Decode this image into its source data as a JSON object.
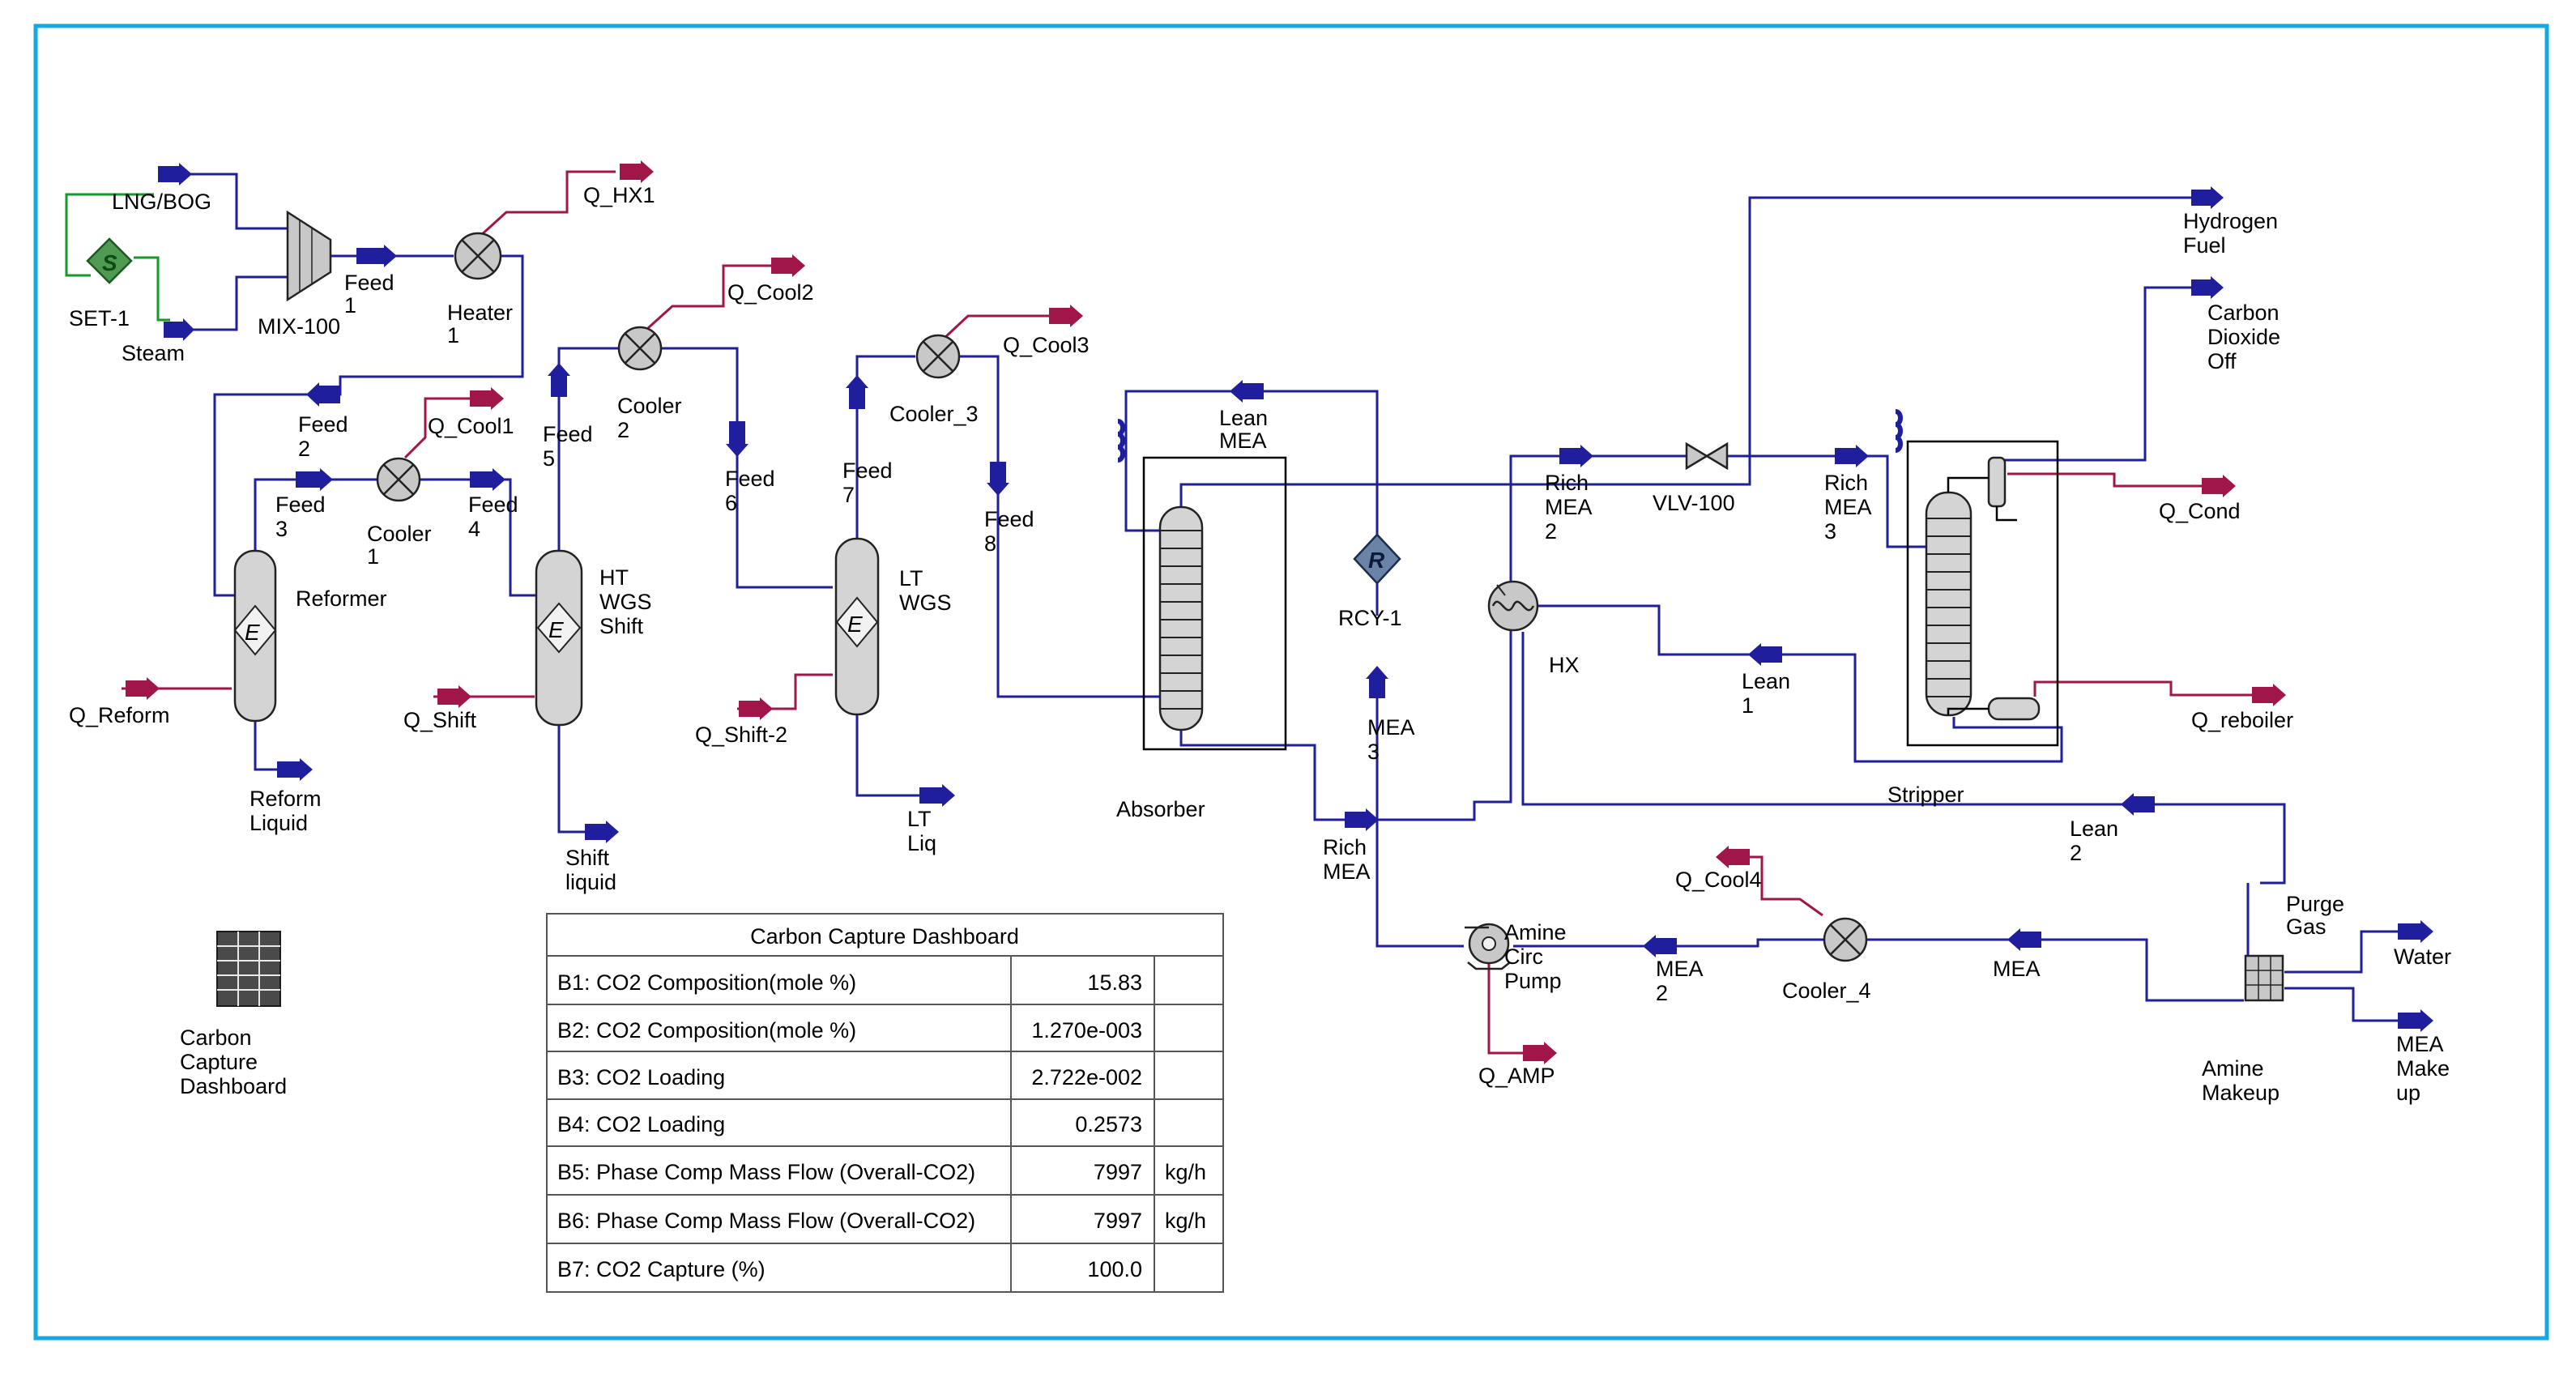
{
  "colors": {
    "frame": "#16a8e0",
    "material_stream": "#1f1f9e",
    "energy_stream": "#a1164a",
    "spreadsheet_stream": "#139a2a"
  },
  "labels": {
    "lng_bog": "LNG/BOG",
    "set1": "SET-1",
    "set_letter": "S",
    "steam": "Steam",
    "mix100": "MIX-100",
    "feed1": [
      "Feed",
      "1"
    ],
    "q_hx1": "Q_HX1",
    "heater1": [
      "Heater",
      "1"
    ],
    "feed2": [
      "Feed",
      "2"
    ],
    "q_cool1": "Q_Cool1",
    "feed3": [
      "Feed",
      "3"
    ],
    "cooler1": [
      "Cooler",
      "1"
    ],
    "feed4": [
      "Feed",
      "4"
    ],
    "reformer": "Reformer",
    "e_letter": "E",
    "r_letter": "R",
    "q_reform": "Q_Reform",
    "reform_liquid": [
      "Reform",
      "Liquid"
    ],
    "feed5": [
      "Feed",
      "5"
    ],
    "cooler2": [
      "Cooler",
      "2"
    ],
    "q_cool2": "Q_Cool2",
    "ht_wgs": [
      "HT",
      "WGS",
      "Shift"
    ],
    "q_shift": "Q_Shift",
    "shift_liquid": [
      "Shift",
      "liquid"
    ],
    "feed6": [
      "Feed",
      "6"
    ],
    "feed7": [
      "Feed",
      "7"
    ],
    "cooler3": "Cooler_3",
    "q_cool3": "Q_Cool3",
    "feed8": [
      "Feed",
      "8"
    ],
    "lt_wgs": [
      "LT",
      "WGS"
    ],
    "q_shift2": "Q_Shift-2",
    "lt_liq": [
      "LT",
      "Liq"
    ],
    "lean_mea": [
      "Lean",
      "MEA"
    ],
    "absorber": "Absorber",
    "rcy1": "RCY-1",
    "mea3": [
      "MEA",
      "3"
    ],
    "rich_mea": [
      "Rich",
      "MEA"
    ],
    "rich_mea2": [
      "Rich",
      "MEA",
      "2"
    ],
    "vlv100": "VLV-100",
    "rich_mea3": [
      "Rich",
      "MEA",
      "3"
    ],
    "hx": "HX",
    "lean1": [
      "Lean",
      "1"
    ],
    "hydrogen_fuel": [
      "Hydrogen",
      "Fuel"
    ],
    "co2_off": [
      "Carbon",
      "Dioxide",
      "Off"
    ],
    "q_cond": "Q_Cond",
    "q_reboiler": "Q_reboiler",
    "stripper": "Stripper",
    "lean2": [
      "Lean",
      "2"
    ],
    "purge_gas": [
      "Purge",
      "Gas"
    ],
    "water": "Water",
    "mea_makeup": [
      "MEA",
      "Make",
      "up"
    ],
    "amine_makeup": [
      "Amine",
      "Makeup"
    ],
    "mea": "MEA",
    "cooler4": "Cooler_4",
    "q_cool4": "Q_Cool4",
    "mea2": [
      "MEA",
      "2"
    ],
    "amine_pump": [
      "Amine",
      "Circ",
      "Pump"
    ],
    "q_amp": "Q_AMP",
    "dashboard_icon": [
      "Carbon",
      "Capture",
      "Dashboard"
    ]
  },
  "dashboard": {
    "title": "Carbon Capture Dashboard",
    "rows": [
      {
        "label": "B1: CO2 Composition(mole %)",
        "value": "15.83",
        "unit": ""
      },
      {
        "label": "B2: CO2 Composition(mole %)",
        "value": "1.270e-003",
        "unit": ""
      },
      {
        "label": "B3: CO2 Loading",
        "value": "2.722e-002",
        "unit": ""
      },
      {
        "label": "B4: CO2 Loading",
        "value": "0.2573",
        "unit": ""
      },
      {
        "label": "B5: Phase Comp Mass Flow (Overall-CO2)",
        "value": "7997",
        "unit": "kg/h"
      },
      {
        "label": "B6: Phase Comp Mass Flow (Overall-CO2)",
        "value": "7997",
        "unit": "kg/h"
      },
      {
        "label": "B7: CO2 Capture (%)",
        "value": "100.0",
        "unit": ""
      }
    ]
  }
}
